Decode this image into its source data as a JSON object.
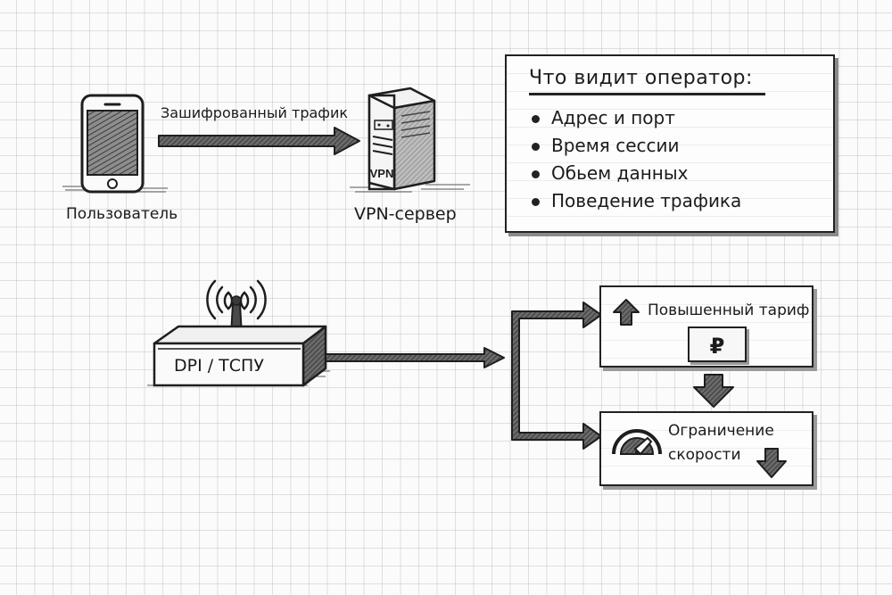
{
  "diagram": {
    "nodes": {
      "user": {
        "label": "Пользователь",
        "icon": "smartphone-icon"
      },
      "vpn_server": {
        "label": "VPN-сервер",
        "badge": "VPN",
        "icon": "server-icon"
      },
      "dpi": {
        "label": "DPI / ТСПУ",
        "icon": "router-antenna-icon"
      }
    },
    "edges": {
      "encrypted": {
        "label": "Зашифрованный трафик",
        "from": "user",
        "to": "vpn_server"
      },
      "dpi_out": {
        "from": "dpi",
        "to": [
          "premium_tariff",
          "throttling"
        ]
      },
      "tariff_to_throttle": {
        "from": "premium_tariff",
        "to": "throttling"
      }
    },
    "operator_panel": {
      "title": "Что видит оператор:",
      "items": [
        "Адрес и порт",
        "Время сессии",
        "Обьем данных",
        "Поведение трафика"
      ]
    },
    "outcomes": {
      "premium_tariff": {
        "label": "Повышенный тариф",
        "currency_symbol": "₽",
        "icon": "arrow-up-icon"
      },
      "throttling": {
        "label_line1": "Ограничение",
        "label_line2": "скорости",
        "icon": "speedometer-icon"
      }
    },
    "colors": {
      "ink": "#222222",
      "arrow_fill": "#555555",
      "paper": "#fbfbfb",
      "grid": "#d6d6d6"
    }
  }
}
